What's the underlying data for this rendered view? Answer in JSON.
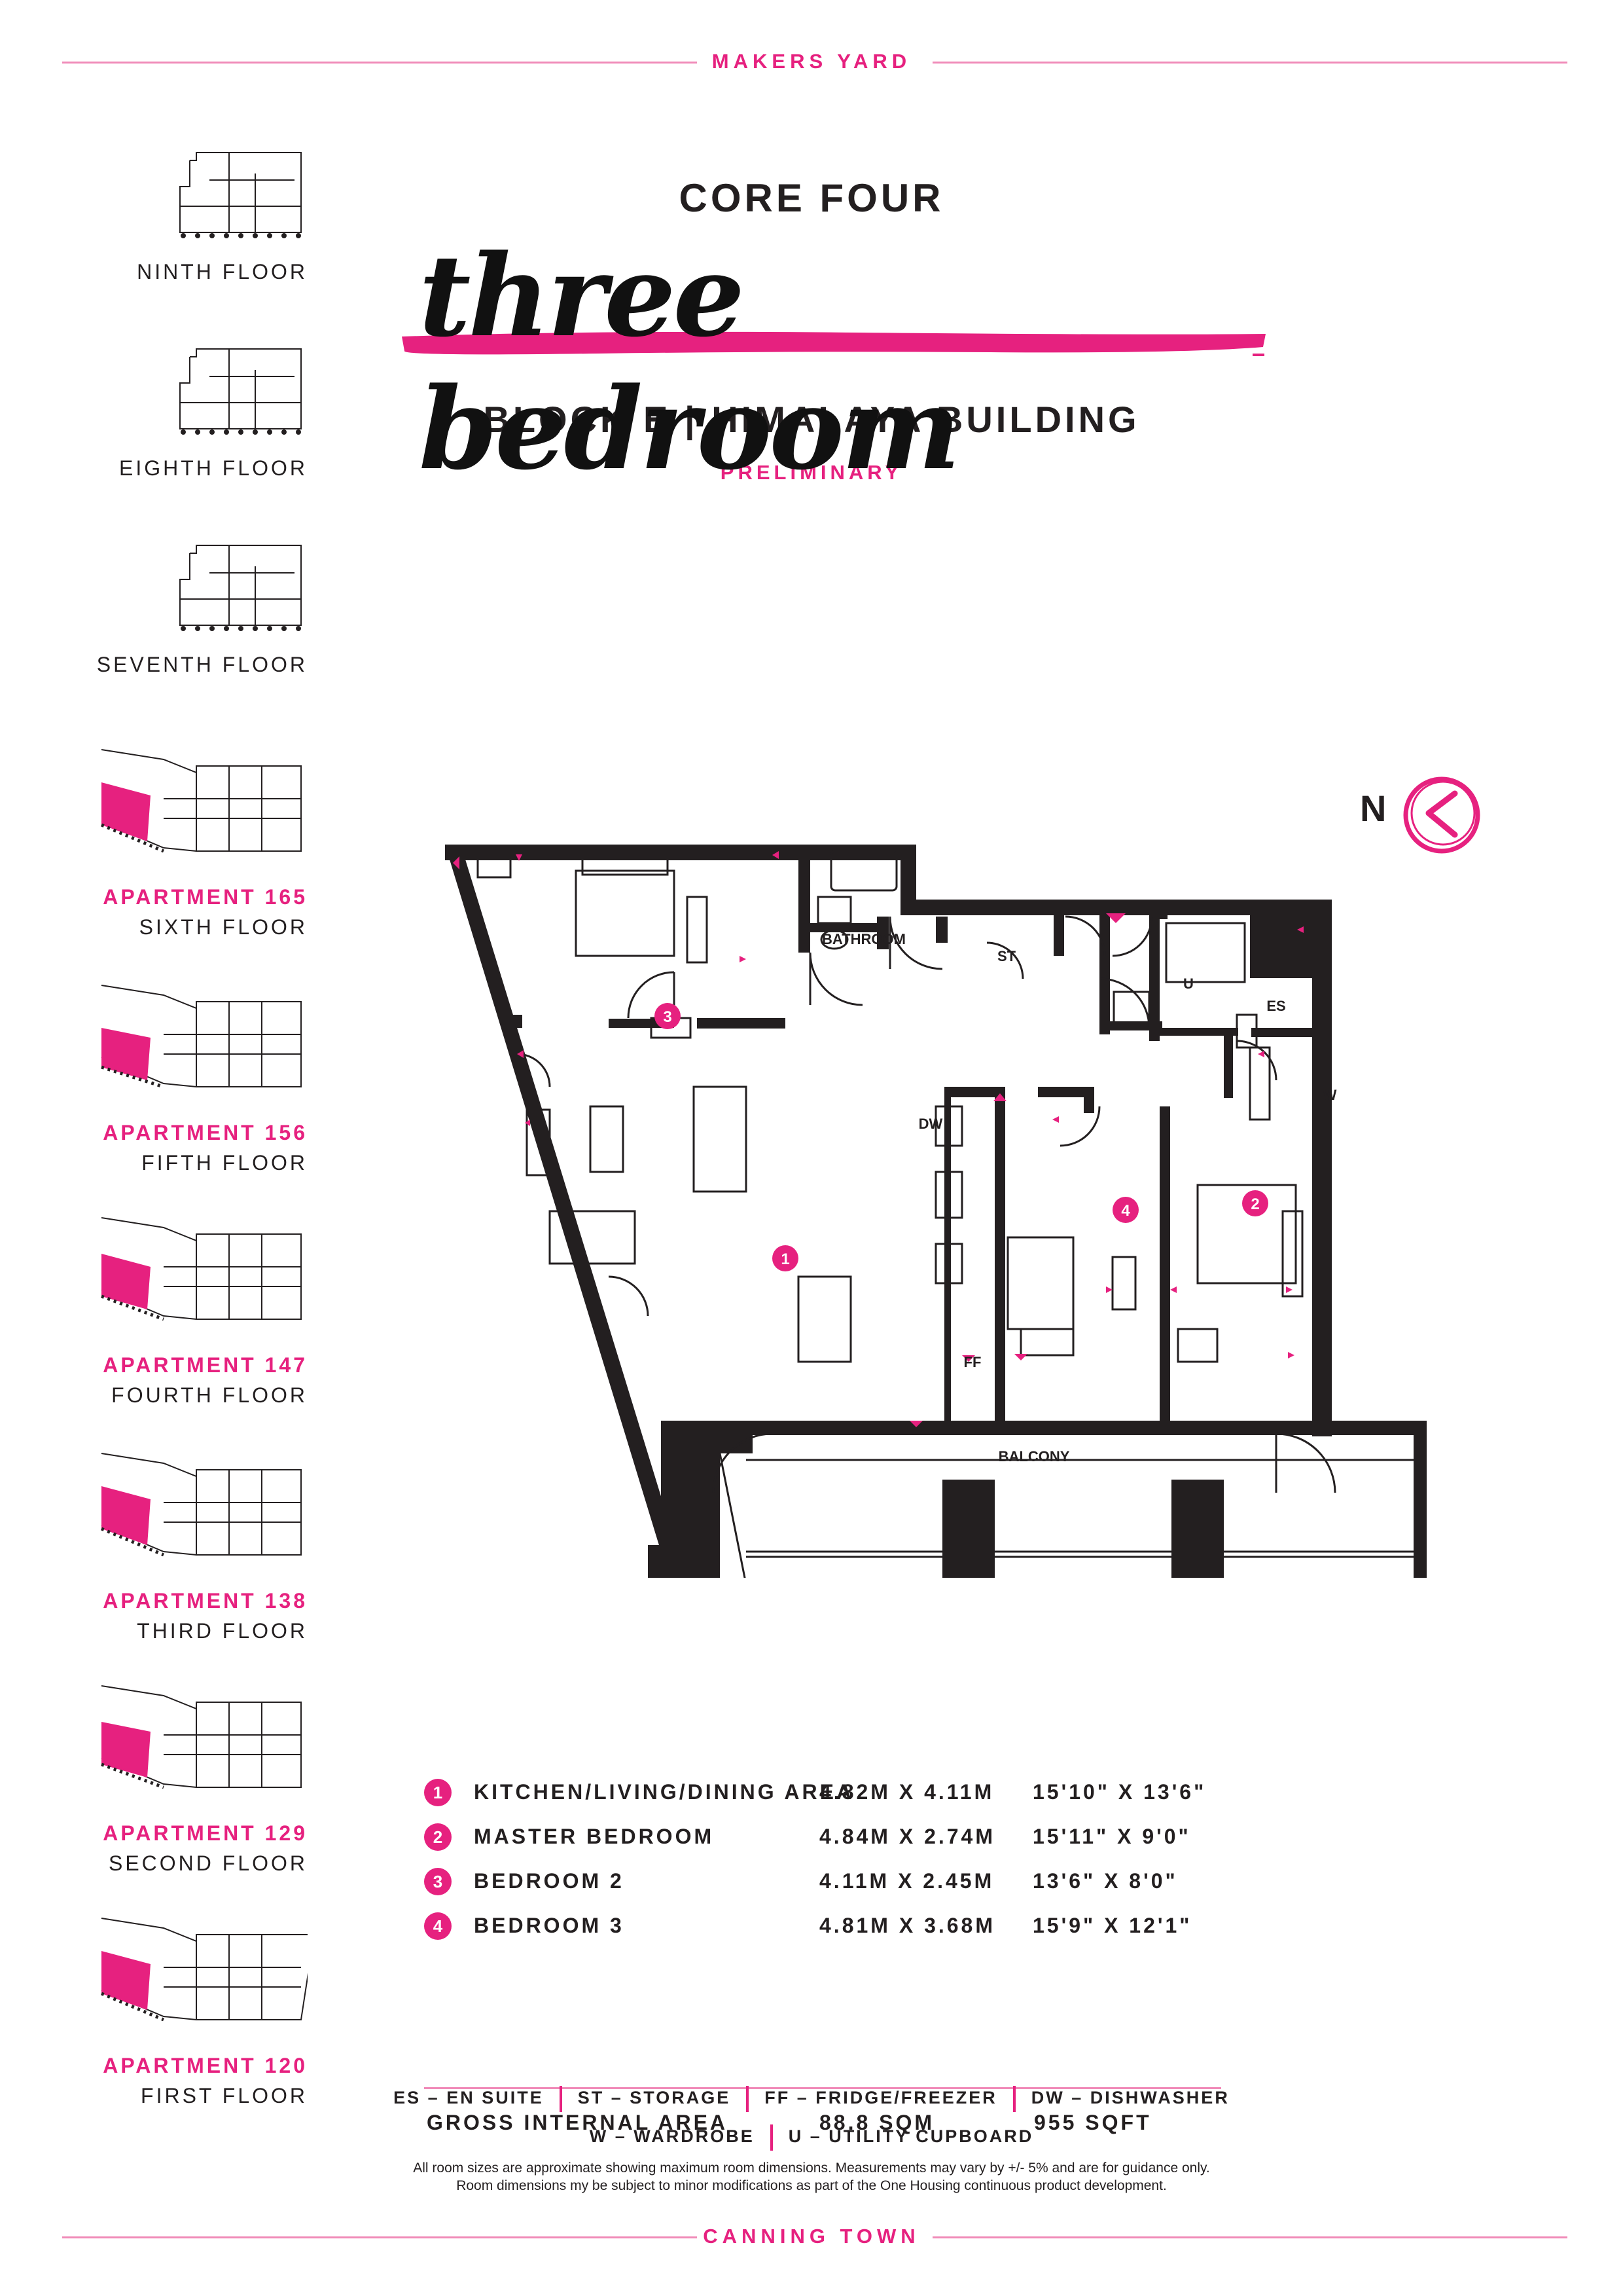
{
  "header": {
    "top_label": "MAKERS YARD",
    "bottom_label": "CANNING TOWN"
  },
  "title": {
    "core": "CORE FOUR",
    "headline": "three bedroom",
    "block": "BLOCK E  |  HIMALAYA BUILDING",
    "status": "PRELIMINARY"
  },
  "floors": [
    {
      "apartment": "",
      "floor": "NINTH FLOOR"
    },
    {
      "apartment": "",
      "floor": "EIGHTH FLOOR"
    },
    {
      "apartment": "",
      "floor": "SEVENTH FLOOR"
    },
    {
      "apartment": "APARTMENT 165",
      "floor": "SIXTH FLOOR"
    },
    {
      "apartment": "APARTMENT 156",
      "floor": "FIFTH FLOOR"
    },
    {
      "apartment": "APARTMENT 147",
      "floor": "FOURTH FLOOR"
    },
    {
      "apartment": "APARTMENT 138",
      "floor": "THIRD FLOOR"
    },
    {
      "apartment": "APARTMENT 129",
      "floor": "SECOND FLOOR"
    },
    {
      "apartment": "APARTMENT 120",
      "floor": "FIRST FLOOR"
    }
  ],
  "compass": {
    "label": "N"
  },
  "plan_labels": {
    "bathroom": "BATHROOM",
    "storage": "ST",
    "utility": "U",
    "ensuite": "ES",
    "wardrobe": "W",
    "dishwasher": "DW",
    "fridge": "FF",
    "balcony": "BALCONY",
    "room1": "1",
    "room2": "2",
    "room3": "3",
    "room4": "4"
  },
  "schedule": [
    {
      "num": "1",
      "name": "KITCHEN/LIVING/DINING AREA",
      "metric": "4.82M  X  4.11M",
      "imperial": "15'10\" X 13'6\""
    },
    {
      "num": "2",
      "name": "MASTER BEDROOM",
      "metric": "4.84M  X  2.74M",
      "imperial": "15'11\" X 9'0\""
    },
    {
      "num": "3",
      "name": "BEDROOM 2",
      "metric": "4.11M  X  2.45M",
      "imperial": "13'6\"  X 8'0\""
    },
    {
      "num": "4",
      "name": "BEDROOM 3",
      "metric": "4.81M  X  3.68M",
      "imperial": "15'9\"  X 12'1\""
    }
  ],
  "gross": {
    "label": "GROSS INTERNAL AREA",
    "metric": "88.8 SQM",
    "imperial": "955 SQFT"
  },
  "key_line1": [
    "ES – EN SUITE",
    "ST – STORAGE",
    "FF – FRIDGE/FREEZER",
    "DW – DISHWASHER"
  ],
  "key_line2": [
    "W – WARDROBE",
    "U – UTILITY CUPBOARD"
  ],
  "disclaimer": [
    "All room sizes are approximate showing maximum room dimensions. Measurements may vary by +/- 5% and are for guidance only.",
    "Room dimensions my be subject to minor modifications as part of the One Housing continuous product development."
  ],
  "colors": {
    "accent": "#e6217f",
    "ink": "#231f20",
    "rule": "#f08ab8"
  }
}
